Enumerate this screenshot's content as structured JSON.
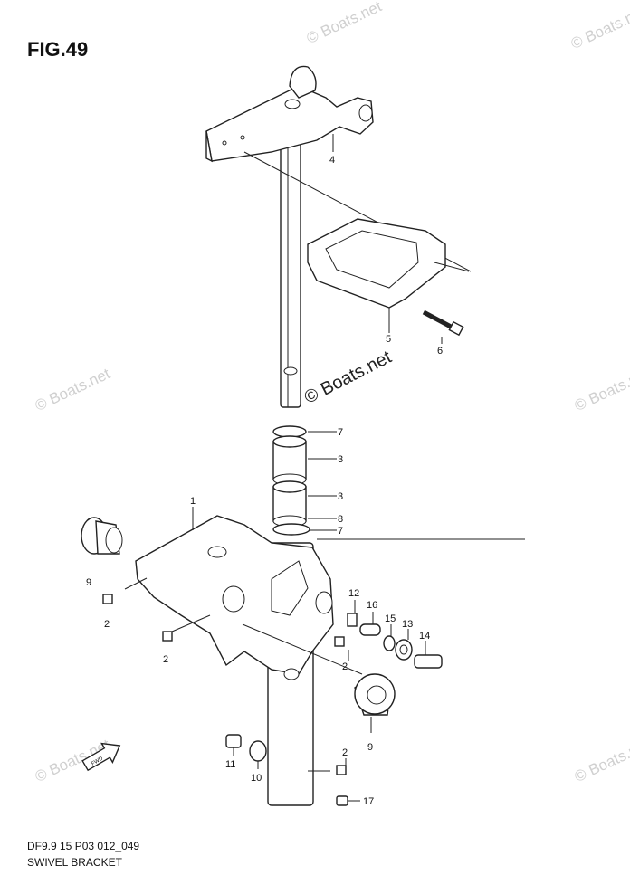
{
  "figure": {
    "title": "FIG.49",
    "code": "DF9.9 15 P03 012_049",
    "caption": "SWIVEL BRACKET"
  },
  "watermarks": {
    "main": "© Boats.net",
    "faint": "© Boats.net"
  },
  "callouts": [
    {
      "id": "4",
      "text": "4"
    },
    {
      "id": "5",
      "text": "5"
    },
    {
      "id": "6",
      "text": "6"
    },
    {
      "id": "7a",
      "text": "7"
    },
    {
      "id": "3a",
      "text": "3"
    },
    {
      "id": "3b",
      "text": "3"
    },
    {
      "id": "8",
      "text": "8"
    },
    {
      "id": "7b",
      "text": "7"
    },
    {
      "id": "1",
      "text": "1"
    },
    {
      "id": "9a",
      "text": "9"
    },
    {
      "id": "2a",
      "text": "2"
    },
    {
      "id": "2b",
      "text": "2"
    },
    {
      "id": "2c",
      "text": "2"
    },
    {
      "id": "12",
      "text": "12"
    },
    {
      "id": "16",
      "text": "16"
    },
    {
      "id": "15",
      "text": "15"
    },
    {
      "id": "13",
      "text": "13"
    },
    {
      "id": "14",
      "text": "14"
    },
    {
      "id": "9b",
      "text": "9"
    },
    {
      "id": "11",
      "text": "11"
    },
    {
      "id": "10",
      "text": "10"
    },
    {
      "id": "2d",
      "text": "2"
    },
    {
      "id": "17",
      "text": "17"
    }
  ],
  "fwd_arrow": {
    "text": "FWD",
    "icon": "forward-arrow-icon"
  }
}
